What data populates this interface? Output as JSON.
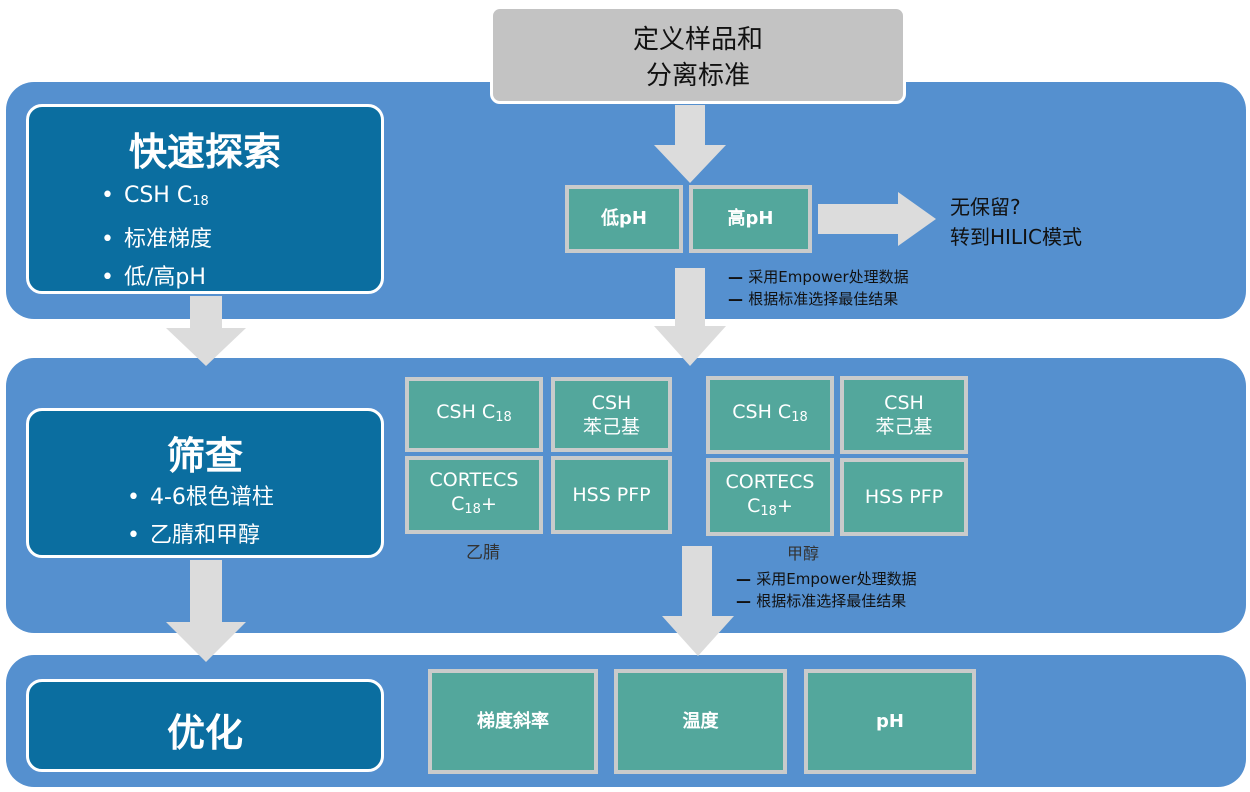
{
  "start": {
    "line1": "定义样品和",
    "line2": "分离标准"
  },
  "stage1": {
    "title": "快速探索",
    "bullets": [
      {
        "text": "CSH C",
        "sub": "18"
      },
      {
        "text": "标准梯度"
      },
      {
        "text": "低/高pH"
      }
    ],
    "boxes": [
      "低pH",
      "高pH"
    ],
    "hilic_line1": "无保留?",
    "hilic_line2": "转到HILIC模式",
    "notes": [
      "采用Empower处理数据",
      "根据标准选择最佳结果"
    ]
  },
  "stage2": {
    "title": "筛查",
    "bullets": [
      "4-6根色谱柱",
      "乙腈和甲醇"
    ],
    "group_acn": {
      "label": "乙腈",
      "boxes": [
        {
          "line1": "CSH C",
          "sub": "18",
          "line2": ""
        },
        {
          "line1": "CSH",
          "line2": "苯己基"
        },
        {
          "line1": "CORTECS",
          "line2a": "C",
          "sub": "18",
          "line2b": "+"
        },
        {
          "line1": "HSS PFP"
        }
      ]
    },
    "group_meoh": {
      "label": "甲醇",
      "boxes": [
        {
          "line1": "CSH C",
          "sub": "18"
        },
        {
          "line1": "CSH",
          "line2": "苯己基"
        },
        {
          "line1": "CORTECS",
          "line2a": "C",
          "sub": "18",
          "line2b": "+"
        },
        {
          "line1": "HSS PFP"
        }
      ]
    },
    "notes": [
      "采用Empower处理数据",
      "根据标准选择最佳结果"
    ]
  },
  "stage3": {
    "title": "优化",
    "boxes": [
      "梯度斜率",
      "温度",
      "pH"
    ]
  },
  "colors": {
    "band": "#5590cf",
    "stage": "#0b6ea0",
    "box": "#53a79c",
    "box_border": "#c9cbcb",
    "arrow": "#dcdcdc"
  }
}
